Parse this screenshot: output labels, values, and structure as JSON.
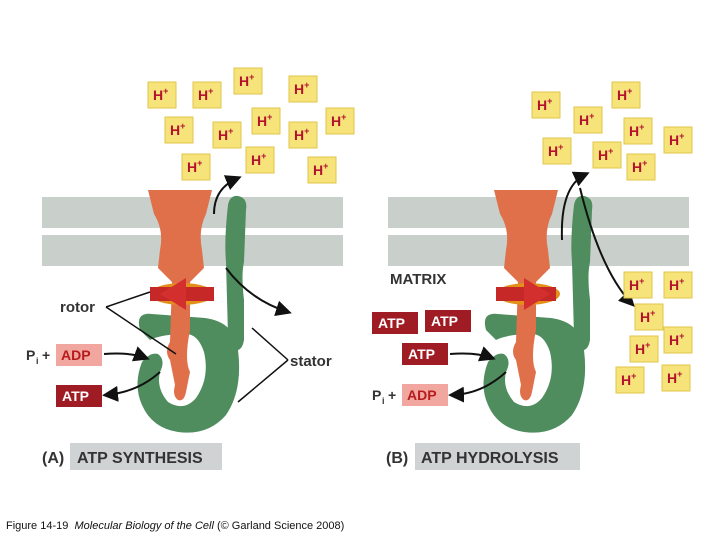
{
  "colors": {
    "membrane": "#c9cfcb",
    "rotor": "#e0704a",
    "stator": "#4f8d5f",
    "motion_arrow": "#c62828",
    "proton_box": "#f6e37a",
    "atp_box": "#a01c24",
    "adp_box": "#f2a6a0",
    "panel_label_bg": "#cfd3d3"
  },
  "proton_label": {
    "main": "H",
    "sup": "+"
  },
  "panel_a": {
    "letter": "(A)",
    "title": "ATP SYNTHESIS",
    "rotor_label": "rotor",
    "stator_label": "stator",
    "pi_label": {
      "p": "P",
      "sub": "i",
      "plus": "+"
    },
    "adp_label": "ADP",
    "atp_label": "ATP"
  },
  "panel_b": {
    "letter": "(B)",
    "title": "ATP HYDROLYSIS",
    "matrix_label": "MATRIX",
    "atp_labels": [
      "ATP",
      "ATP",
      "ATP"
    ],
    "pi_label": {
      "p": "P",
      "sub": "i",
      "plus": "+"
    },
    "adp_label": "ADP"
  },
  "caption": {
    "figure": "Figure 14-19",
    "book": "Molecular Biology of the Cell",
    "rest": "(© Garland Science 2008)"
  }
}
